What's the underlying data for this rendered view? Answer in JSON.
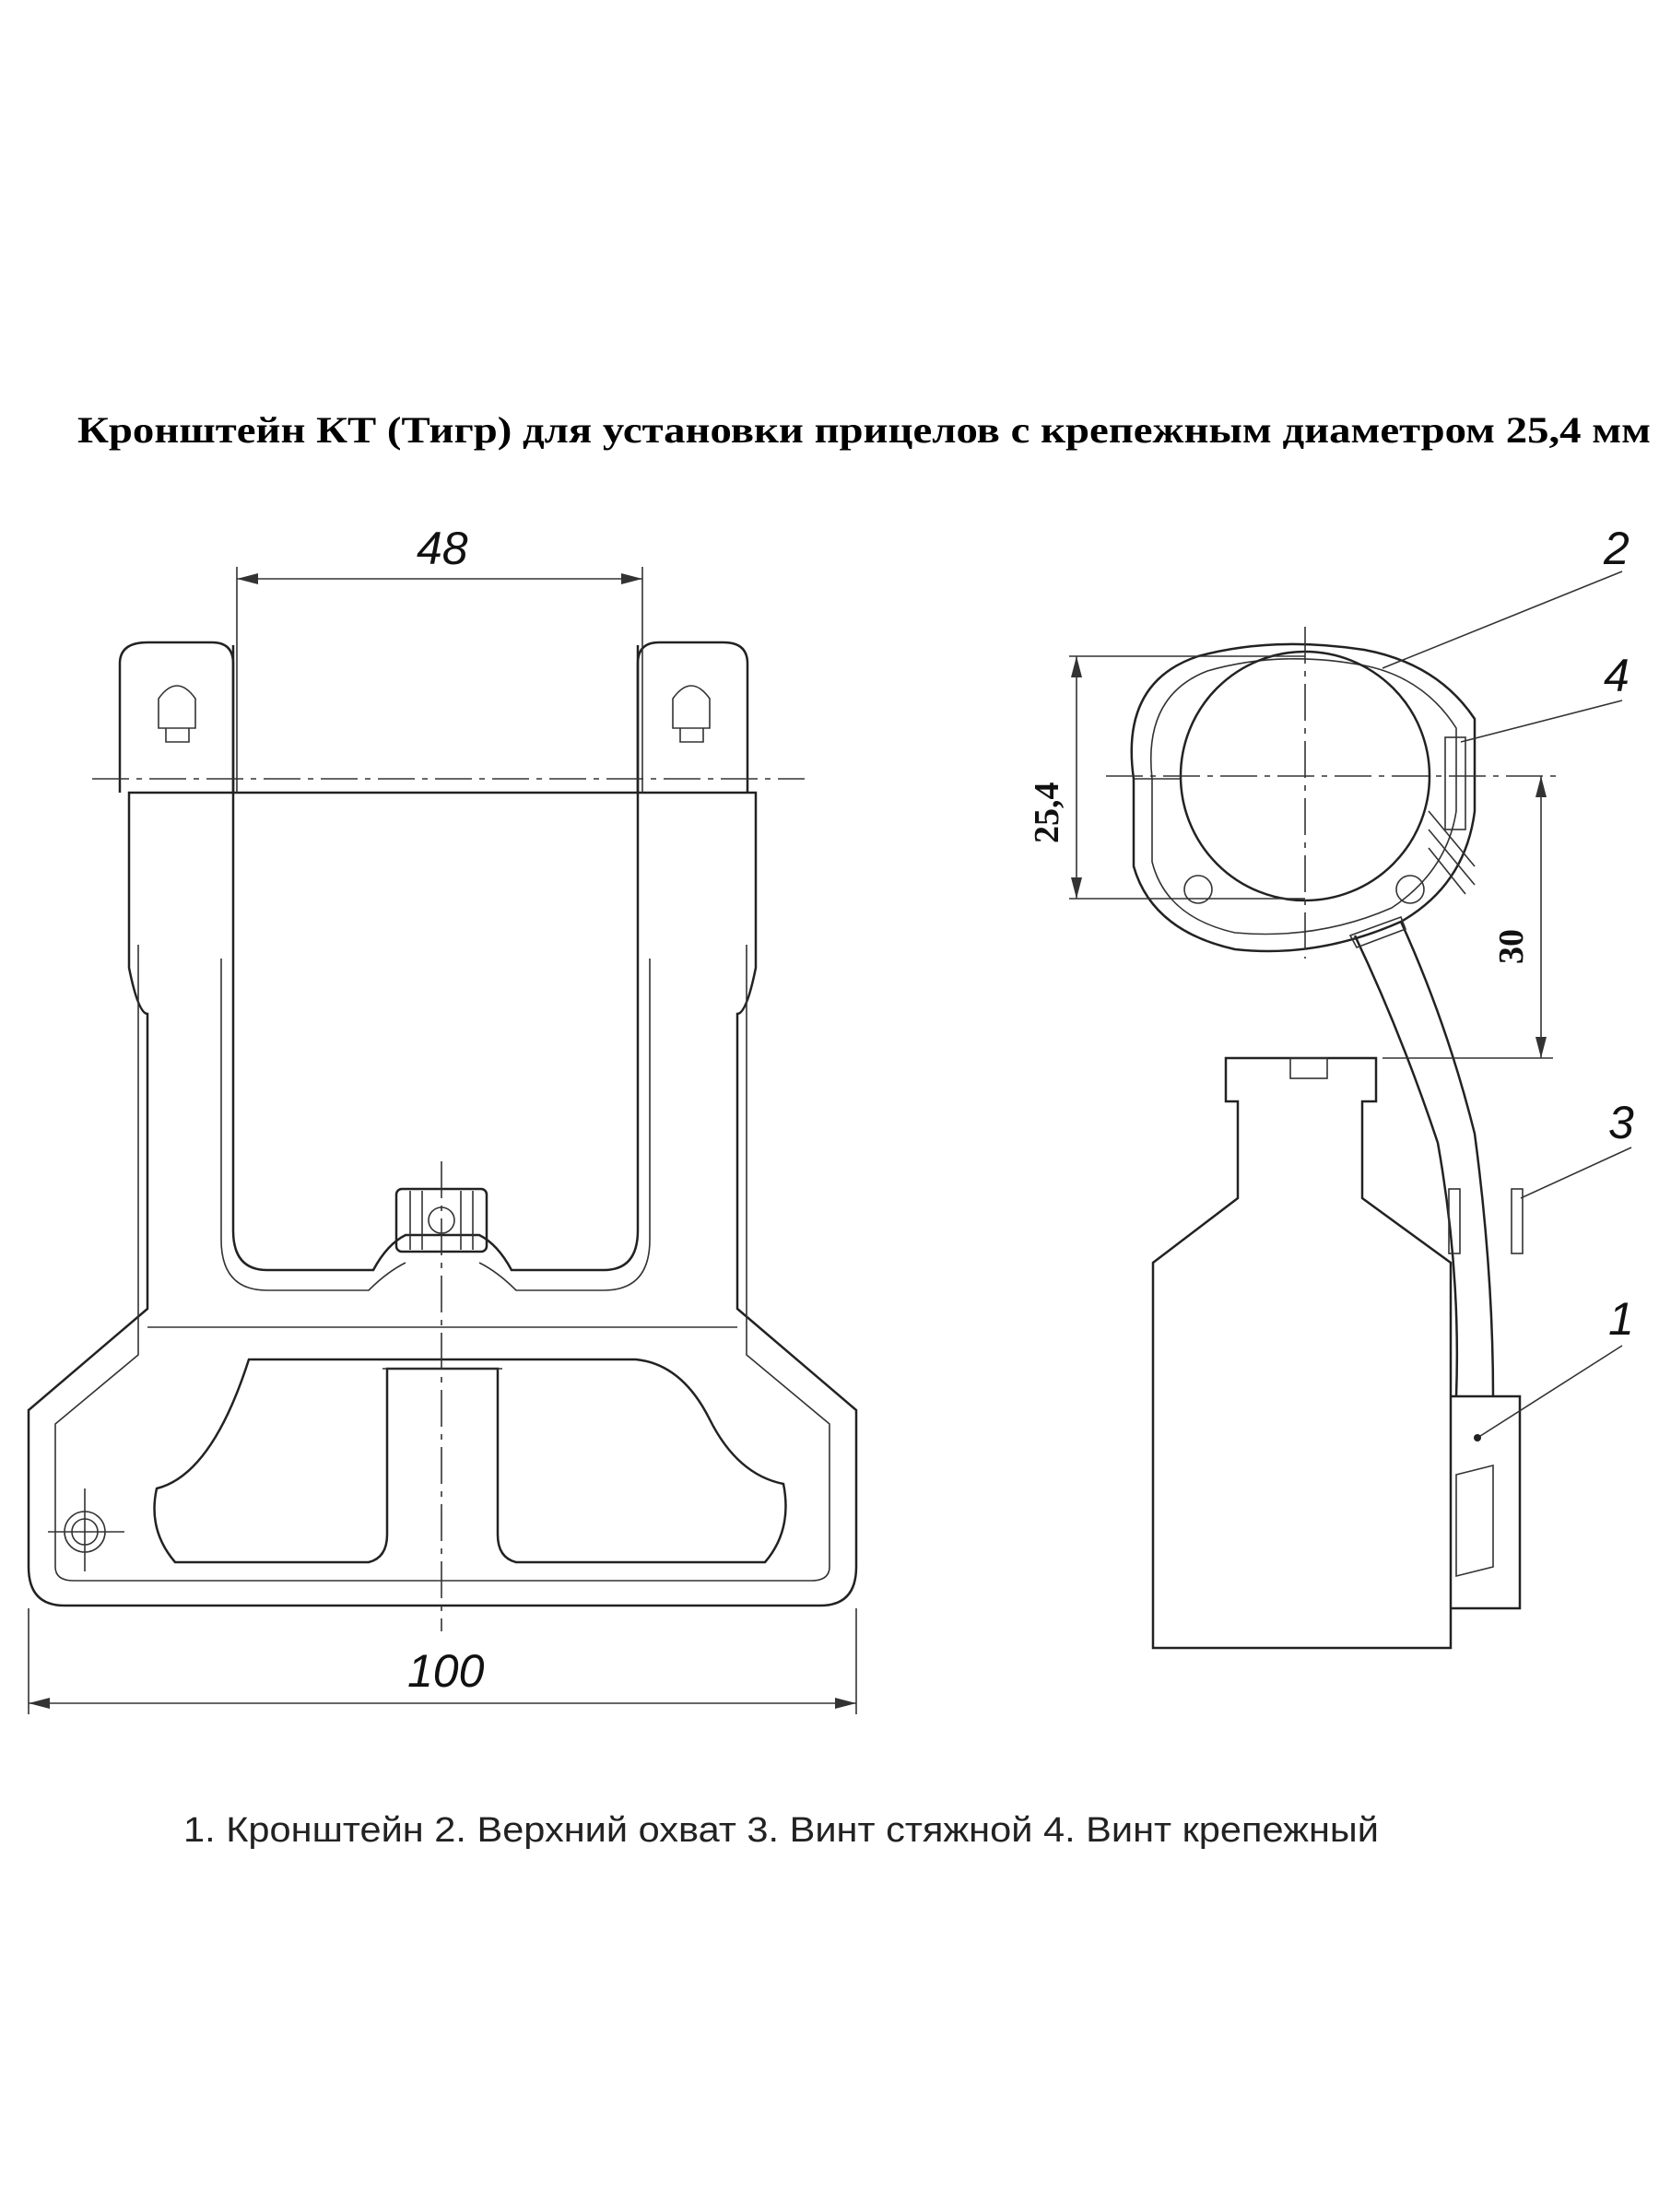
{
  "title": "Кронштейн КТ (Тигр) для установки прицелов с крепежным диаметром 25,4 мм",
  "front_view": {
    "dimensions": {
      "width_top": "48",
      "width_total": "100"
    }
  },
  "side_view": {
    "dimensions": {
      "ring_diameter": "25,4",
      "height": "30"
    },
    "callouts": [
      "1",
      "2",
      "3",
      "4"
    ]
  },
  "legend": "1. Кронштейн  2. Верхний охват  3. Винт стяжной  4. Винт крепежный"
}
